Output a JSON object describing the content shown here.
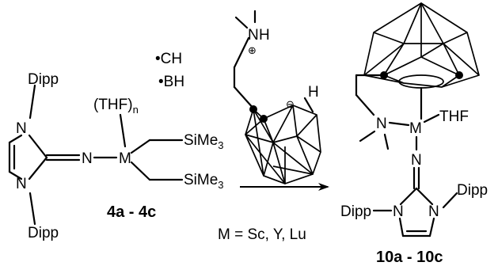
{
  "reactant": {
    "aryl_top": "Dipp",
    "aryl_bottom": "Dipp",
    "n_ring_top": "N",
    "n_ring_bottom": "N",
    "n_exo": "N",
    "metal": "M",
    "thf_ligand": "(THF)",
    "thf_subscript": "n",
    "sime3_top": "SiMe",
    "sime3_top_sub": "3",
    "sime3_bottom": "SiMe",
    "sime3_bottom_sub": "3",
    "compound_label": "4a - 4c"
  },
  "reagent": {
    "legend_ch_symbol": "•",
    "legend_ch": "CH",
    "legend_bh_symbol": "•",
    "legend_bh": "BH",
    "amine_n": "N",
    "amine_h": "H",
    "cation_charge": "⊕",
    "anion_charge": "⊖",
    "cage_h": "H"
  },
  "conditions": {
    "metal_identity": "M = Sc, Y, Lu"
  },
  "product": {
    "amine_n": "N",
    "metal": "M",
    "thf_ligand": "THF",
    "n_imino": "N",
    "n_ring_left": "N",
    "n_ring_right": "N",
    "aryl_left": "Dipp",
    "aryl_right": "Dipp",
    "compound_label": "10a - 10c"
  }
}
